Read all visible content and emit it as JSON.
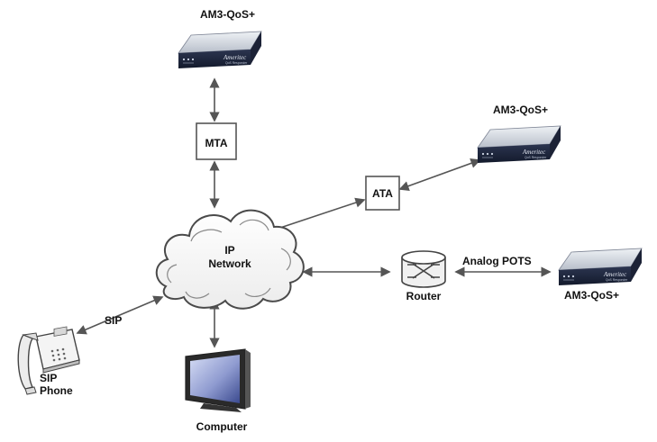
{
  "diagram": {
    "nodes": {
      "am3_top": {
        "label": "AM3-QoS+"
      },
      "am3_right": {
        "label": "AM3-QoS+"
      },
      "am3_bottom": {
        "label": "AM3-QoS+"
      },
      "mta": {
        "label": "MTA"
      },
      "ata": {
        "label": "ATA"
      },
      "cloud": {
        "label_line1": "IP",
        "label_line2": "Network"
      },
      "router": {
        "label": "Router"
      },
      "phone": {
        "label_line1": "SIP",
        "label_line2": "Phone"
      },
      "computer": {
        "label": "Computer"
      }
    },
    "edges": {
      "sip": {
        "label": "SIP"
      },
      "analog_pots": {
        "label": "Analog POTS"
      }
    },
    "device_brand": {
      "line1": "Ameritec",
      "line2": "QoS Responder"
    }
  }
}
